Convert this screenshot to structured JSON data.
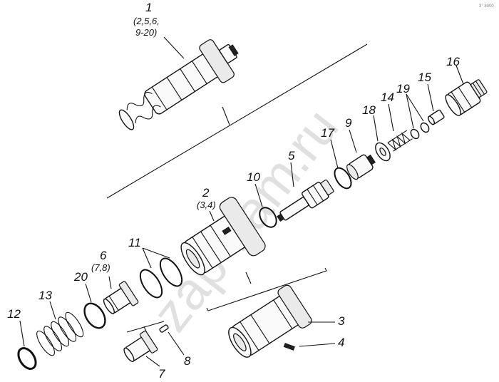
{
  "watermark": "zap-kam.ru",
  "corner_mark": "3° 8000",
  "labels": {
    "p1": "1",
    "p1_sub1": "(2,5,6,",
    "p1_sub2": "9-20)",
    "p2": "2",
    "p2_sub": "(3,4)",
    "p3": "3",
    "p4": "4",
    "p5": "5",
    "p6": "6",
    "p6_sub": "(7,8)",
    "p7": "7",
    "p8": "8",
    "p9": "9",
    "p10": "10",
    "p11": "11",
    "p12": "12",
    "p13": "13",
    "p14": "14",
    "p15": "15",
    "p16": "16",
    "p17": "17",
    "p18": "18",
    "p19": "19",
    "p20": "20"
  }
}
